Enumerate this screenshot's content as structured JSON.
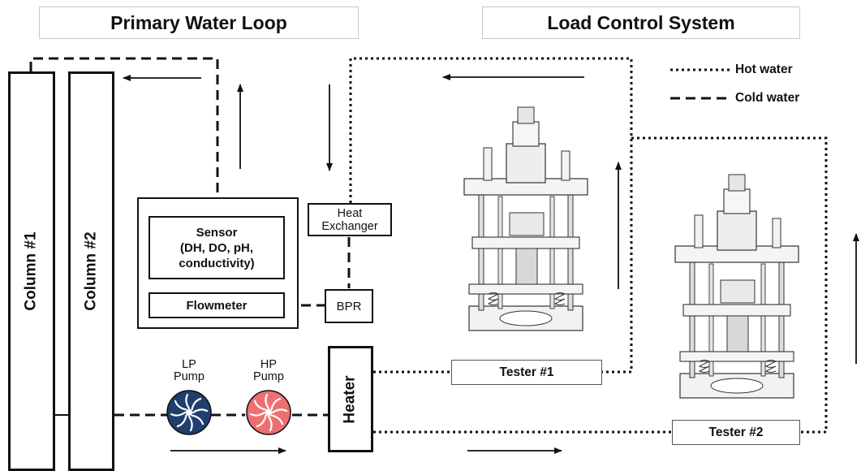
{
  "headers": {
    "primary_water_loop": "Primary Water Loop",
    "load_control_system": "Load Control System"
  },
  "legend": {
    "hot_water": "Hot water",
    "cold_water": "Cold water"
  },
  "components": {
    "column_1": "Column #1",
    "column_2": "Column #2",
    "sensor_line1": "Sensor",
    "sensor_line2": "(DH, DO, pH,",
    "sensor_line3": "conductivity)",
    "flowmeter": "Flowmeter",
    "heat_exchanger_line1": "Heat",
    "heat_exchanger_line2": "Exchanger",
    "bpr": "BPR",
    "heater": "Heater",
    "lp_pump_line1": "LP",
    "lp_pump_line2": "Pump",
    "hp_pump_line1": "HP",
    "hp_pump_line2": "Pump",
    "tester_1": "Tester #1",
    "tester_2": "Tester #2"
  },
  "colors": {
    "lp_pump": "#1f3f6e",
    "hp_pump": "#ee6f6f",
    "line": "#111111"
  },
  "icons": [
    "pump-icon",
    "load-frame-machine-icon",
    "flow-arrow-icon"
  ]
}
